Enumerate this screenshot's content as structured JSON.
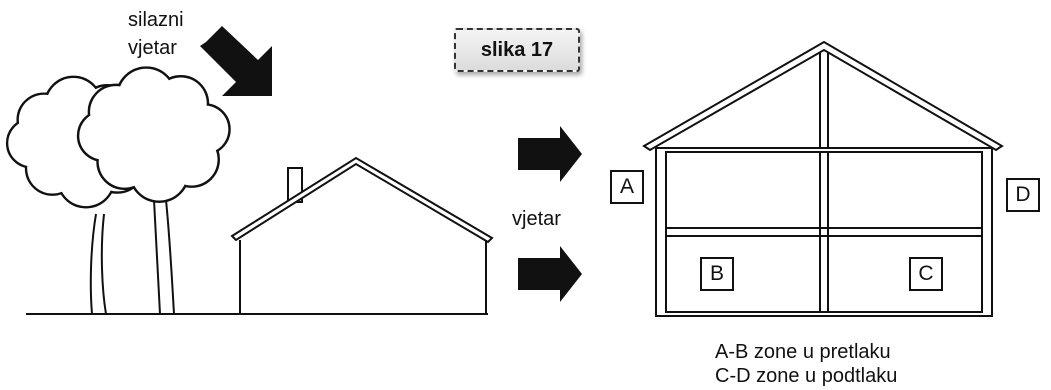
{
  "labels": {
    "downdraft_line1": "silazni",
    "downdraft_line2": "vjetar",
    "wind": "vjetar",
    "figure": "slika 17"
  },
  "zones": {
    "a": "A",
    "b": "B",
    "c": "C",
    "d": "D"
  },
  "caption": {
    "line1": "A-B zone u pretlaku",
    "line2": "C-D zone u podtlaku"
  },
  "colors": {
    "ink": "#111111",
    "paper": "#ffffff",
    "badge_fill": "#e6e6e6"
  }
}
